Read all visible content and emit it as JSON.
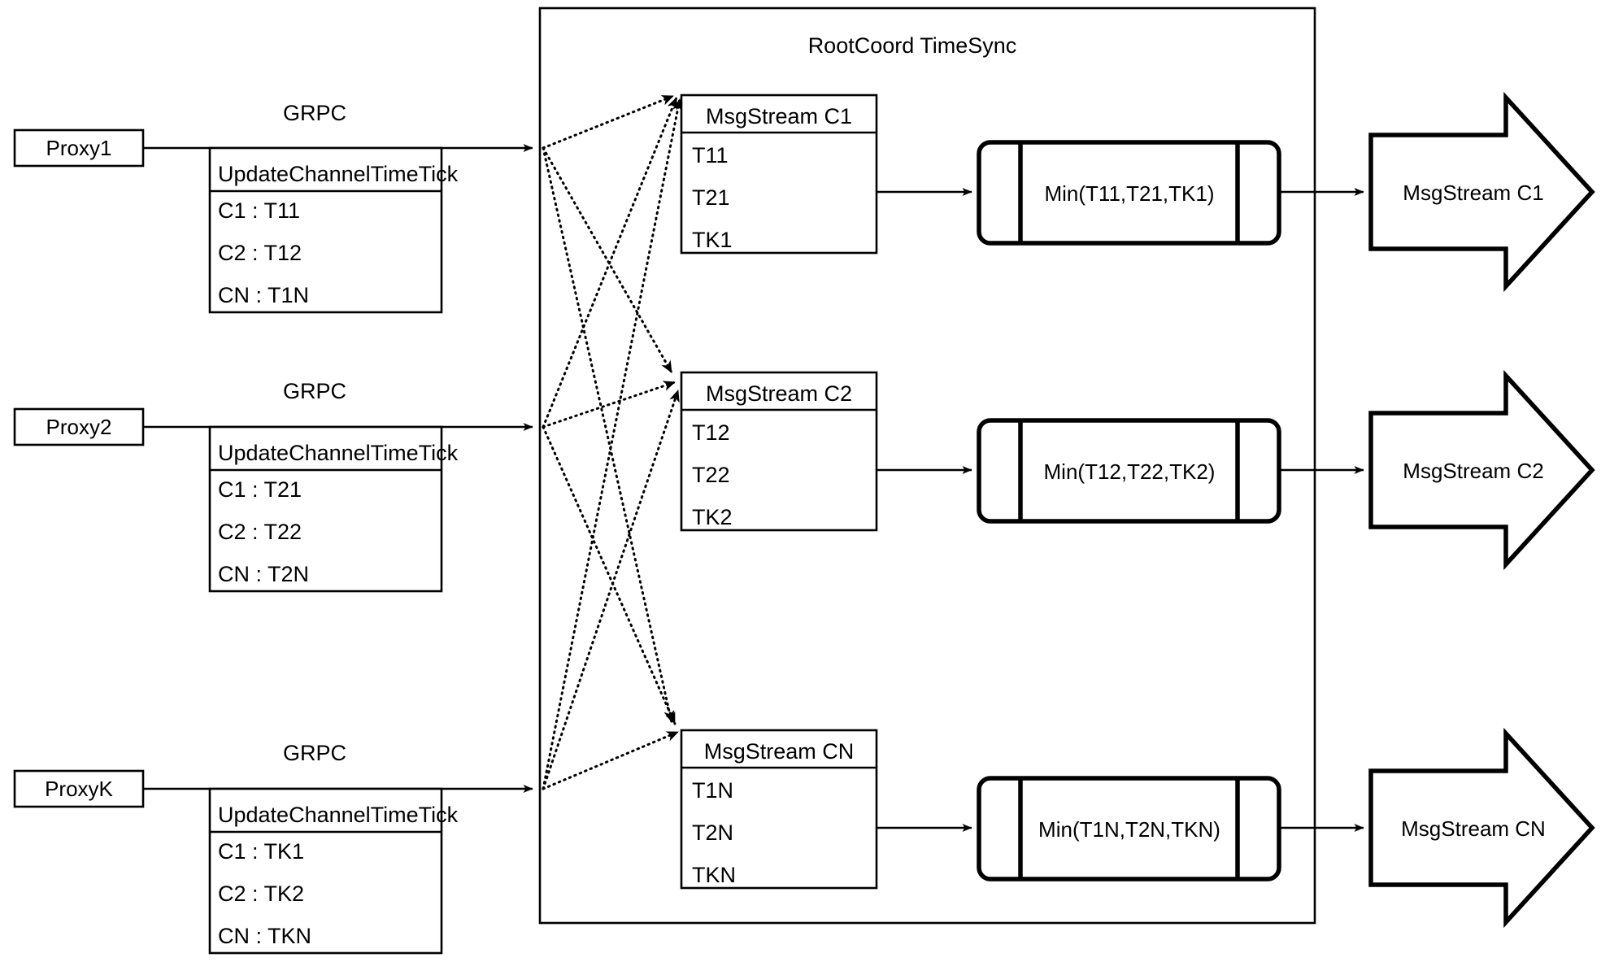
{
  "diagram": {
    "container": {
      "title": "RootCoord TimeSync"
    },
    "edge_labels": {
      "grpc": "GRPC"
    },
    "proxies": [
      {
        "name": "Proxy1",
        "link_label": "GRPC",
        "request": {
          "title": "UpdateChannelTimeTick",
          "rows": [
            "C1 :  T11",
            "C2 :  T12",
            "CN : T1N"
          ]
        }
      },
      {
        "name": "Proxy2",
        "link_label": "GRPC",
        "request": {
          "title": "UpdateChannelTimeTick",
          "rows": [
            "C1 :  T21",
            "C2 :  T22",
            "CN : T2N"
          ]
        }
      },
      {
        "name": "ProxyK",
        "link_label": "GRPC",
        "request": {
          "title": "UpdateChannelTimeTick",
          "rows": [
            "C1 :  TK1",
            "C2 :  TK2",
            "CN : TKN"
          ]
        }
      }
    ],
    "channels": [
      {
        "msgstream": {
          "title": "MsgStream C1",
          "rows": [
            "T11",
            "T21",
            "TK1"
          ]
        },
        "processor": {
          "label": "Min(T11,T21,TK1)"
        },
        "output": {
          "label": "MsgStream C1"
        }
      },
      {
        "msgstream": {
          "title": "MsgStream C2",
          "rows": [
            "T12",
            "T22",
            "TK2"
          ]
        },
        "processor": {
          "label": "Min(T12,T22,TK2)"
        },
        "output": {
          "label": "MsgStream C2"
        }
      },
      {
        "msgstream": {
          "title": "MsgStream CN",
          "rows": [
            "T1N",
            "T2N",
            "TKN"
          ]
        },
        "processor": {
          "label": "Min(T1N,T2N,TKN)"
        },
        "output": {
          "label": "MsgStream CN"
        }
      }
    ],
    "colors": {
      "stroke": "#000000",
      "fill": "#ffffff",
      "background": "#ffffff"
    }
  }
}
